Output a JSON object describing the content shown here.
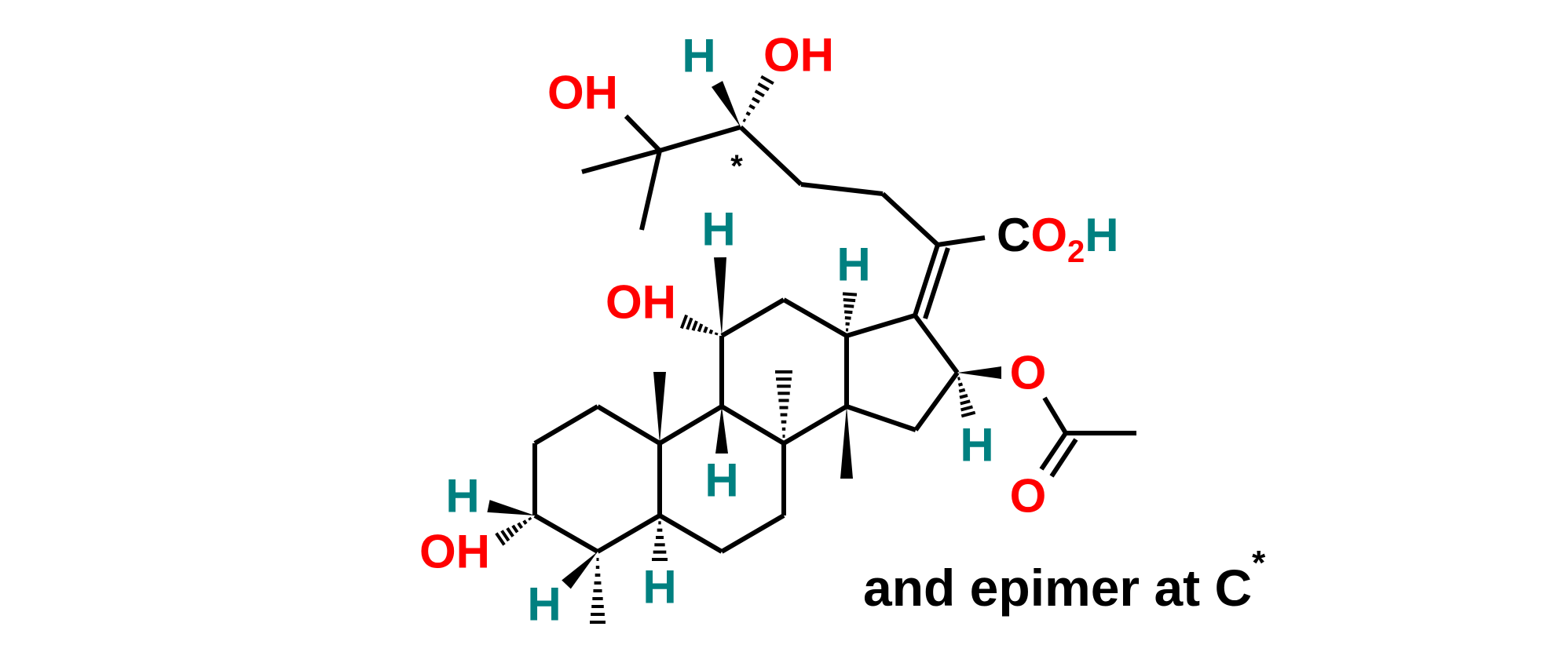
{
  "title": "Steroid acid structure (fusidic-acid type) with acetoxy group",
  "colors": {
    "oxygen": "#ff0000",
    "hydrogen": "#008080",
    "carbon": "#000000"
  },
  "labels": {
    "oh_c25": "OH",
    "h_c24": "H",
    "oh_c24": "OH",
    "stereo_star": "*",
    "h_c11": "H",
    "oh_c11": "OH",
    "h_c13": "H",
    "h_c9": "H",
    "h_c16": "H",
    "o_ester": "O",
    "o_carbonyl": "O",
    "h_c3": "H",
    "oh_c3": "OH",
    "h_c4": "H",
    "h_c5": "H"
  },
  "carboxyl": {
    "c": "C",
    "o": "O",
    "sub": "2",
    "h": "H"
  },
  "caption": {
    "text": "and epimer at C",
    "superscript": "*"
  }
}
